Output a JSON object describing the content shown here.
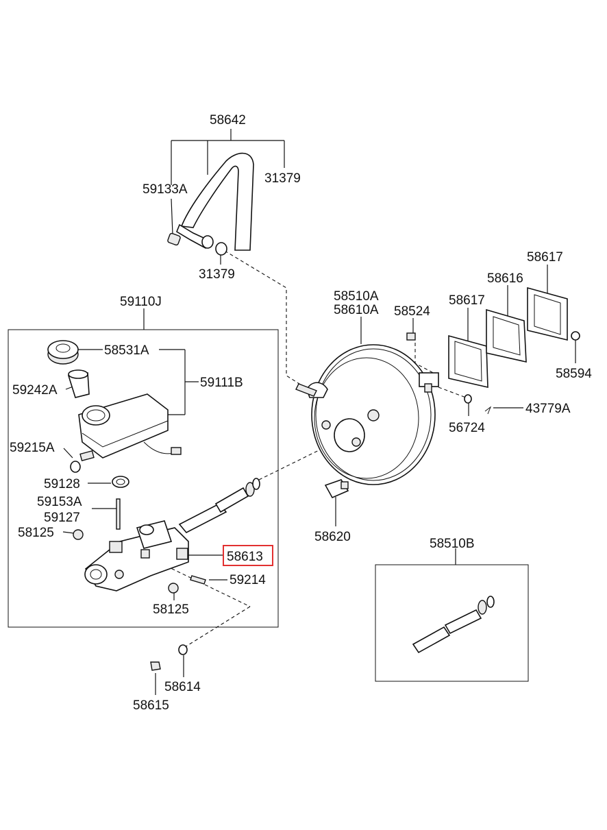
{
  "labels": {
    "p58642": "58642",
    "p59133A": "59133A",
    "p31379_top": "31379",
    "p31379_bottom": "31379",
    "p59110J": "59110J",
    "p58531A": "58531A",
    "p59111B": "59111B",
    "p59242A": "59242A",
    "p59215A": "59215A",
    "p59128": "59128",
    "p59153A": "59153A",
    "p59127": "59127",
    "p58125_top": "58125",
    "p58613": "58613",
    "p59214": "59214",
    "p58125_bottom": "58125",
    "p58614": "58614",
    "p58615": "58615",
    "p58510A": "58510A",
    "p58610A": "58610A",
    "p58524": "58524",
    "p58617_left": "58617",
    "p58616": "58616",
    "p58617_right": "58617",
    "p58594": "58594",
    "p56724": "56724",
    "p43779A": "43779A",
    "p58620": "58620",
    "p58510B": "58510B"
  },
  "highlight": {
    "part": "58613",
    "color": "#e23030"
  }
}
